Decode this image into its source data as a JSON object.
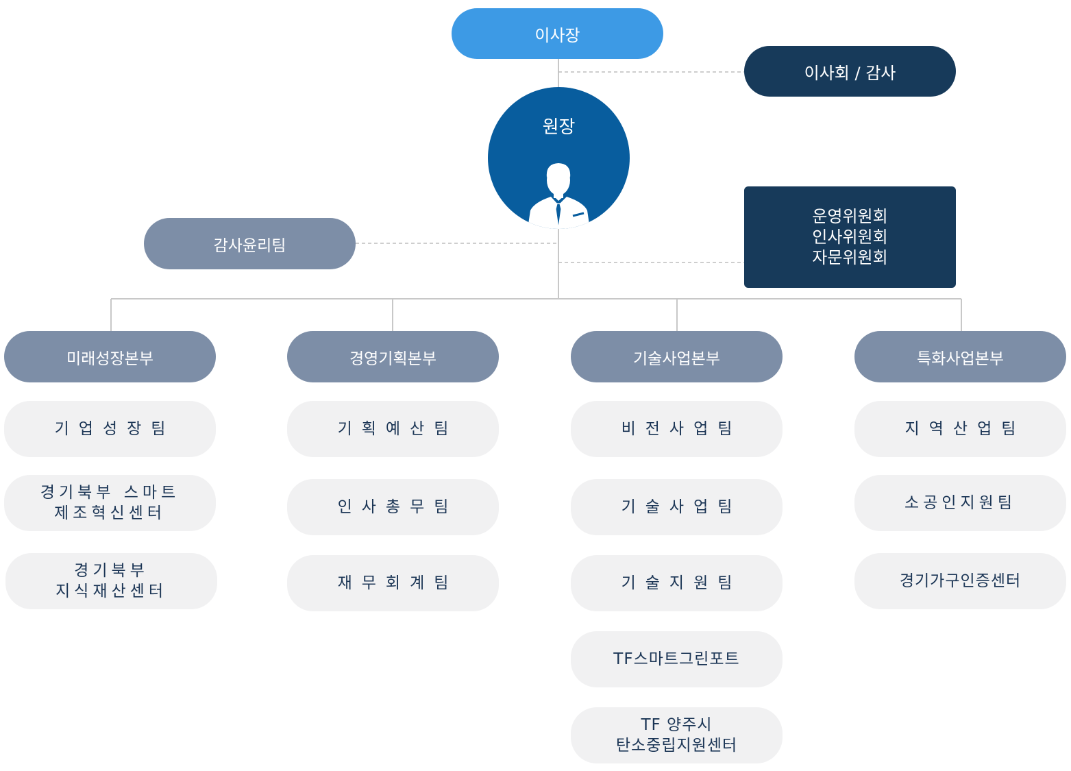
{
  "chairman": "이사장",
  "board": "이사회 / 감사",
  "president": "원장",
  "audit_team": "감사윤리팀",
  "committees": [
    "운영위원회",
    "인사위원회",
    "자문위원회"
  ],
  "colors": {
    "chairman": "#3d9ae5",
    "president": "#085d9e",
    "board": "#173a5a",
    "division": "#7d8ea7",
    "team_bg": "#f1f1f2",
    "team_text": "#1b3555"
  },
  "divisions": [
    {
      "name": "미래성장본부",
      "teams": [
        "기업성장팀",
        "경기북부 스마트\n제조혁신센터",
        "경기북부\n지식재산센터"
      ]
    },
    {
      "name": "경영기획본부",
      "teams": [
        "기획예산팀",
        "인사총무팀",
        "재무회계팀"
      ]
    },
    {
      "name": "기술사업본부",
      "teams": [
        "비전사업팀",
        "기술사업팀",
        "기술지원팀",
        "TF스마트그린포트",
        "TF 양주시\n탄소중립지원센터"
      ]
    },
    {
      "name": "특화사업본부",
      "teams": [
        "지역산업팀",
        "소공인지원팀",
        "경기가구인증센터"
      ]
    }
  ]
}
